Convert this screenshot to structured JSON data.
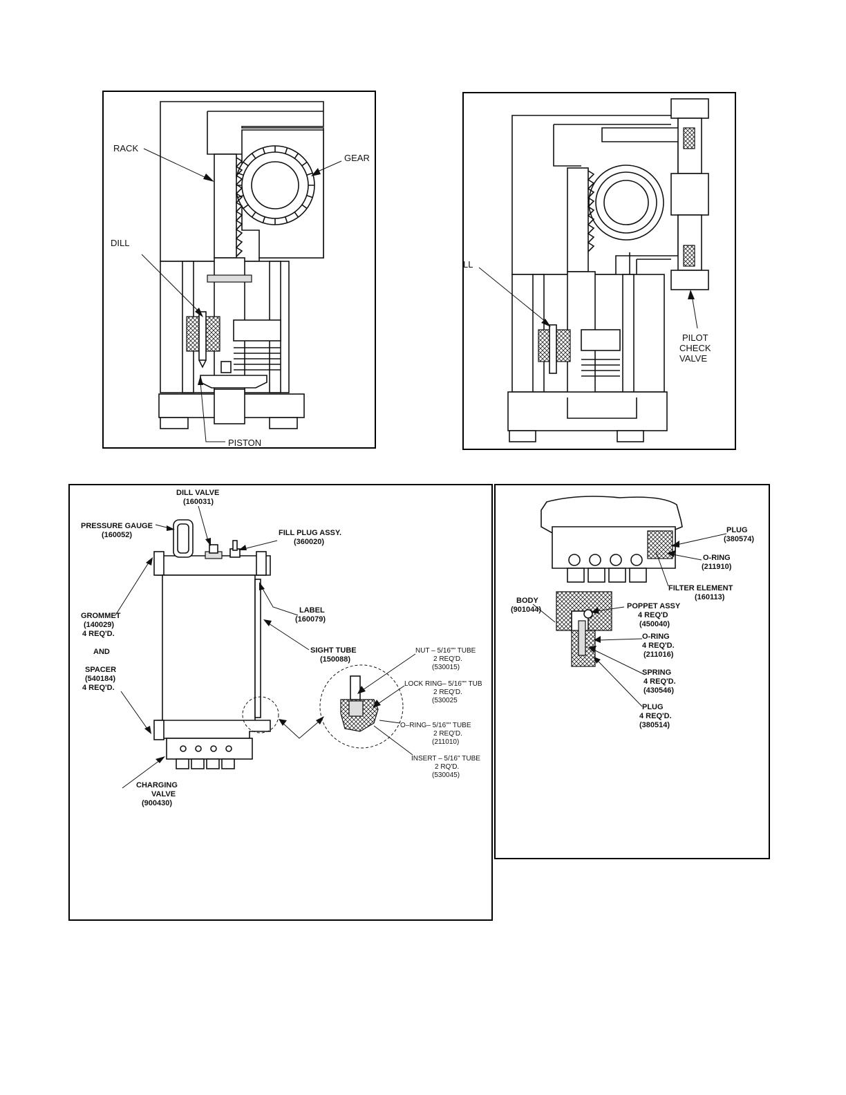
{
  "panel_tl": {
    "rack": "RACK",
    "gear": "GEAR",
    "dill": "DILL",
    "piston": "PISTON"
  },
  "panel_tr": {
    "dill": "DILL",
    "pilot_check_valve": [
      "PILOT",
      "CHECK",
      "VALVE"
    ]
  },
  "panel_bl": {
    "dill_valve": [
      "DILL VALVE",
      "(160031)"
    ],
    "pressure_gauge": [
      "PRESSURE GAUGE",
      "(160052)"
    ],
    "fill_plug": [
      "FILL PLUG ASSY.",
      "(360020)"
    ],
    "grommet": [
      "GROMMET",
      "(140029)",
      "4 REQ'D."
    ],
    "and": "AND",
    "spacer": [
      "SPACER",
      "(540184)",
      "4 REQ'D."
    ],
    "label": [
      "LABEL",
      "(160079)"
    ],
    "sight_tube": [
      "SIGHT TUBE",
      "(150088)"
    ],
    "charging_valve": [
      "CHARGING",
      "VALVE",
      "(900430)"
    ],
    "nut": [
      "NUT – 5/16\"\" TUBE",
      "2 REQ'D.",
      "(530015)"
    ],
    "lock_ring": [
      "LOCK RING– 5/16\"\" TUB",
      "2 REQ'D.",
      "(530025"
    ],
    "o_ring": [
      "O–RING– 5/16\"\" TUBE",
      "2 REQ'D.",
      "(211010)"
    ],
    "insert": [
      "INSERT – 5/16'' TUBE",
      "2 RQ'D.",
      "(530045)"
    ]
  },
  "panel_br": {
    "plug_top": [
      "PLUG",
      "(380574)"
    ],
    "o_ring_top": [
      "O-RING",
      "(211910)"
    ],
    "filter_element": [
      "FILTER ELEMENT",
      "(160113)"
    ],
    "body": [
      "BODY",
      "(901044)"
    ],
    "poppet": [
      "POPPET ASSY",
      "4 REQ'D",
      "(450040)"
    ],
    "o_ring": [
      "O-RING",
      "4 REQ'D.",
      "(211016)"
    ],
    "spring": [
      "SPRING",
      "4 REQ'D.",
      "(430546)"
    ],
    "plug_bottom": [
      "PLUG",
      "4 REQ'D.",
      "(380514)"
    ]
  }
}
